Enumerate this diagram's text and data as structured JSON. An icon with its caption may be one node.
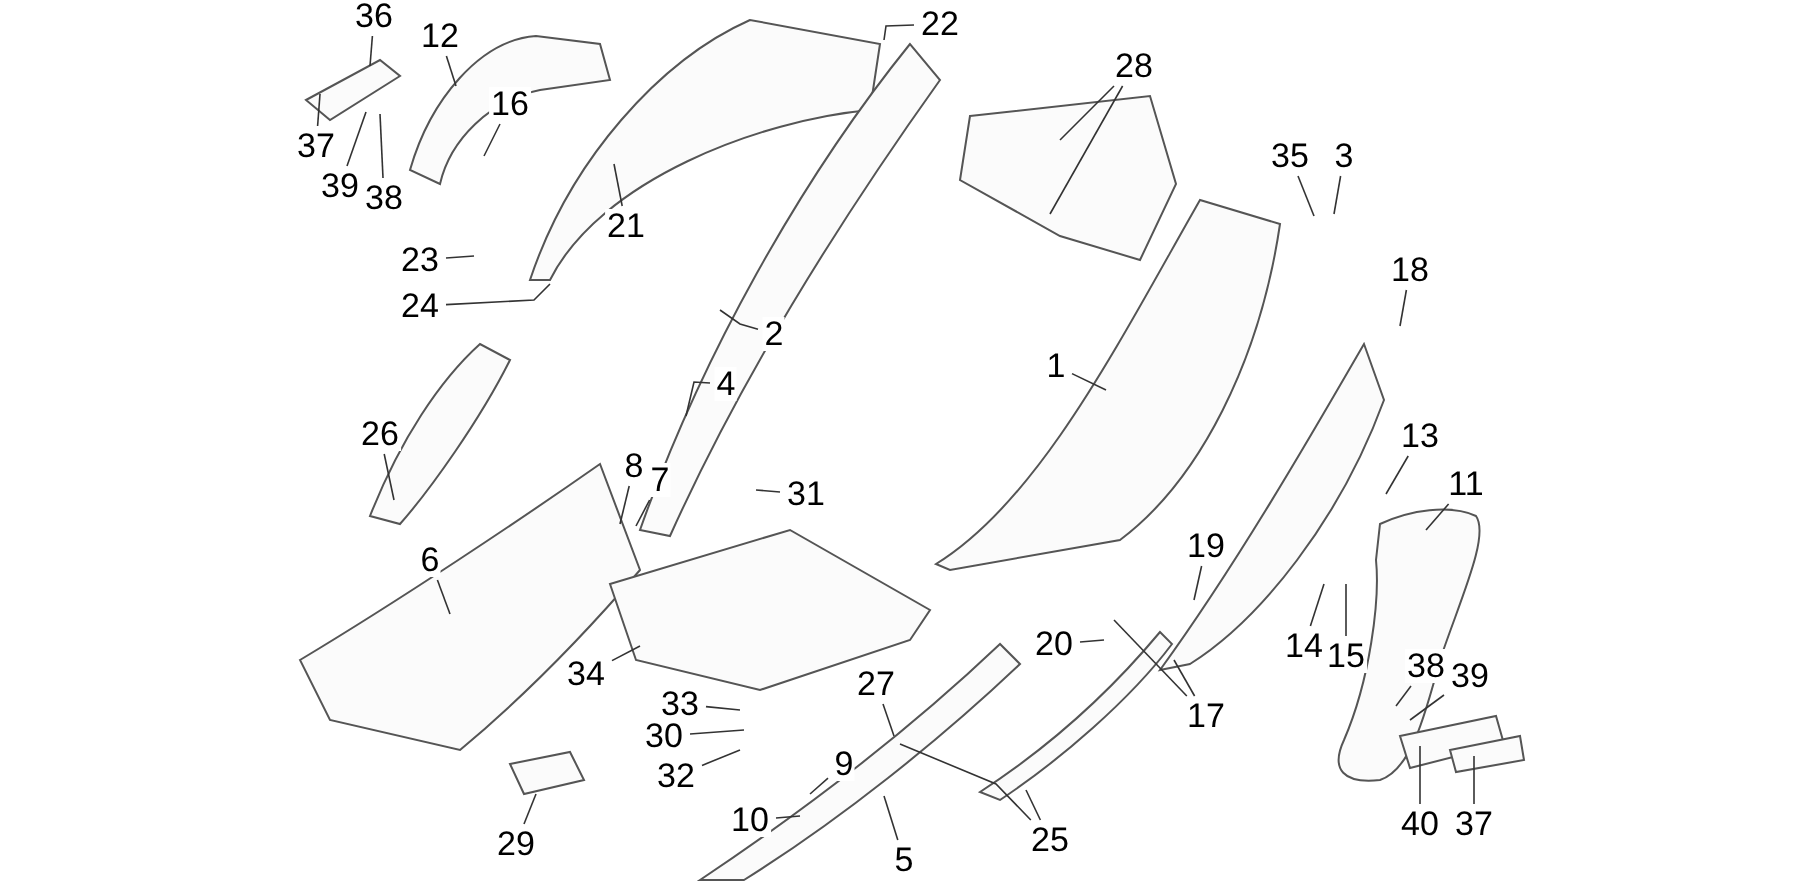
{
  "diagram": {
    "nodes": [
      {
        "text": [
          "36"
        ]
      },
      {
        "text": [
          "12"
        ]
      },
      {
        "text": [
          "22"
        ]
      },
      {
        "text": [
          "28"
        ]
      },
      {
        "text": [
          "16"
        ]
      },
      {
        "text": [
          "37"
        ]
      },
      {
        "text": [
          "35"
        ]
      },
      {
        "text": [
          "3"
        ]
      },
      {
        "text": [
          "39"
        ]
      },
      {
        "text": [
          "38"
        ]
      },
      {
        "text": [
          "21"
        ]
      },
      {
        "text": [
          "23"
        ]
      },
      {
        "text": [
          "18"
        ]
      },
      {
        "text": [
          "24"
        ]
      },
      {
        "text": [
          "2"
        ]
      },
      {
        "text": [
          "1"
        ]
      },
      {
        "text": [
          "4"
        ]
      },
      {
        "text": [
          "26"
        ]
      },
      {
        "text": [
          "13"
        ]
      },
      {
        "text": [
          "8"
        ]
      },
      {
        "text": [
          "7"
        ]
      },
      {
        "text": [
          "11"
        ]
      },
      {
        "text": [
          "31"
        ]
      },
      {
        "text": [
          "19"
        ]
      },
      {
        "text": [
          "6"
        ]
      },
      {
        "text": [
          "20"
        ]
      },
      {
        "text": [
          "14"
        ]
      },
      {
        "text": [
          "15"
        ]
      },
      {
        "text": [
          "38"
        ]
      },
      {
        "text": [
          "34"
        ]
      },
      {
        "text": [
          "39"
        ]
      },
      {
        "text": [
          "27"
        ]
      },
      {
        "text": [
          "33"
        ]
      },
      {
        "text": [
          "17"
        ]
      },
      {
        "text": [
          "30"
        ]
      },
      {
        "text": [
          "9"
        ]
      },
      {
        "text": [
          "32"
        ]
      },
      {
        "text": [
          "10"
        ]
      },
      {
        "text": [
          "40"
        ]
      },
      {
        "text": [
          "37"
        ]
      },
      {
        "text": [
          "29"
        ]
      },
      {
        "text": [
          "25"
        ]
      },
      {
        "text": [
          "5"
        ]
      }
    ],
    "edges": [
      {
        "from": 0,
        "to": null,
        "arrow": "none"
      },
      {
        "from": 1,
        "to": null,
        "arrow": "none"
      },
      {
        "from": 2,
        "to": null,
        "arrow": "none"
      },
      {
        "from": 3,
        "to": null,
        "arrow": "none"
      },
      {
        "from": 4,
        "to": null,
        "arrow": "none"
      },
      {
        "from": 5,
        "to": null,
        "arrow": "none"
      },
      {
        "from": 6,
        "to": null,
        "arrow": "none"
      },
      {
        "from": 7,
        "to": null,
        "arrow": "none"
      },
      {
        "from": 8,
        "to": null,
        "arrow": "none"
      },
      {
        "from": 9,
        "to": null,
        "arrow": "none"
      },
      {
        "from": 10,
        "to": null,
        "arrow": "none"
      },
      {
        "from": 11,
        "to": null,
        "arrow": "none"
      },
      {
        "from": 12,
        "to": null,
        "arrow": "none"
      },
      {
        "from": 13,
        "to": null,
        "arrow": "none"
      },
      {
        "from": 14,
        "to": null,
        "arrow": "none"
      },
      {
        "from": 15,
        "to": null,
        "arrow": "none"
      },
      {
        "from": 16,
        "to": null,
        "arrow": "none"
      },
      {
        "from": 17,
        "to": null,
        "arrow": "none"
      },
      {
        "from": 18,
        "to": null,
        "arrow": "none"
      },
      {
        "from": 19,
        "to": null,
        "arrow": "none"
      },
      {
        "from": 20,
        "to": null,
        "arrow": "none"
      },
      {
        "from": 21,
        "to": null,
        "arrow": "none"
      },
      {
        "from": 22,
        "to": null,
        "arrow": "none"
      },
      {
        "from": 23,
        "to": null,
        "arrow": "none"
      },
      {
        "from": 24,
        "to": null,
        "arrow": "none"
      },
      {
        "from": 25,
        "to": null,
        "arrow": "none"
      },
      {
        "from": 26,
        "to": null,
        "arrow": "none"
      },
      {
        "from": 27,
        "to": null,
        "arrow": "none"
      },
      {
        "from": 28,
        "to": null,
        "arrow": "none"
      },
      {
        "from": 29,
        "to": null,
        "arrow": "none"
      },
      {
        "from": 30,
        "to": null,
        "arrow": "none"
      },
      {
        "from": 31,
        "to": null,
        "arrow": "none"
      },
      {
        "from": 32,
        "to": null,
        "arrow": "none"
      },
      {
        "from": 33,
        "to": null,
        "arrow": "none"
      },
      {
        "from": 34,
        "to": null,
        "arrow": "none"
      },
      {
        "from": 35,
        "to": null,
        "arrow": "none"
      },
      {
        "from": 36,
        "to": null,
        "arrow": "none"
      },
      {
        "from": 37,
        "to": null,
        "arrow": "none"
      },
      {
        "from": 38,
        "to": null,
        "arrow": "none"
      },
      {
        "from": 39,
        "to": null,
        "arrow": "none"
      },
      {
        "from": 40,
        "to": null,
        "arrow": "none"
      },
      {
        "from": 41,
        "to": null,
        "arrow": "none"
      },
      {
        "from": 42,
        "to": null,
        "arrow": "none"
      },
      {
        "from": 3,
        "to": null,
        "arrow": "none"
      },
      {
        "from": 33,
        "to": null,
        "arrow": "none"
      },
      {
        "from": 41,
        "to": null,
        "arrow": "none"
      }
    ]
  }
}
